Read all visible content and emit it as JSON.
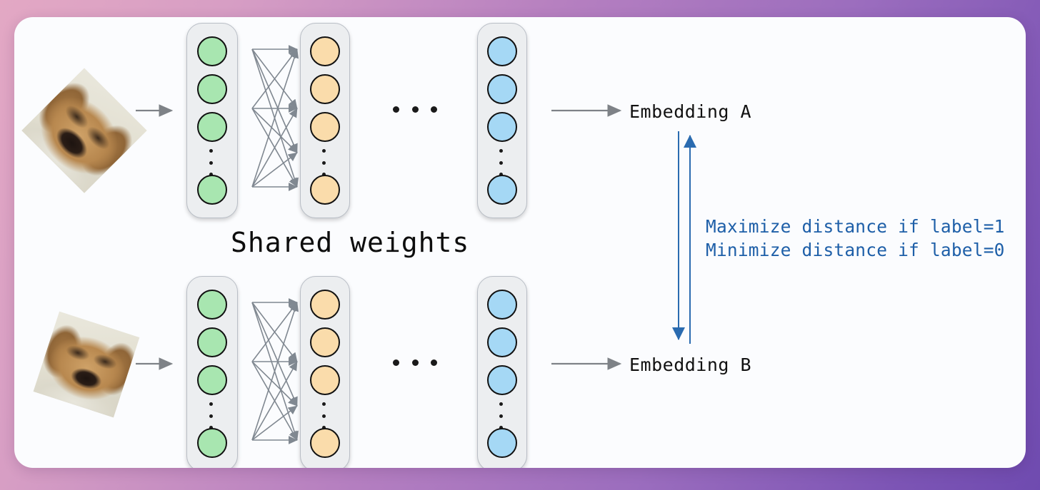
{
  "figure": {
    "title": "Siamese network architecture diagram",
    "shared_weights_label": "Shared weights",
    "embedding_a_label": "Embedding A",
    "embedding_b_label": "Embedding B",
    "objective_line_1": "Maximize distance if label=1",
    "objective_line_2": "Minimize distance if label=0",
    "ellipsis_glyph": "• • •"
  },
  "colors": {
    "background_gradient_start": "#e3a8c4",
    "background_gradient_end": "#6f4bb0",
    "card": "#fbfcfe",
    "layer_box_fill": "#eceef0",
    "layer_box_border": "#b9bec6",
    "neuron_input": "#a8e6b0",
    "neuron_hidden": "#fadcab",
    "neuron_output": "#a5d8f5",
    "neuron_stroke": "#111111",
    "connector_gray": "#808891",
    "flow_arrow_gray": "#7e8287",
    "distance_arrow_blue": "#2a6bb0",
    "objective_text_blue": "#1e5fa8",
    "label_text": "#111111"
  },
  "branches": [
    {
      "name": "branch-a",
      "input_image_alt": "golden retriever photo rotated 45 degrees",
      "layers": [
        {
          "name": "input-layer",
          "color_key": "neuron_input",
          "visible_neurons": 4,
          "has_vertical_ellipsis": true
        },
        {
          "name": "hidden-layer",
          "color_key": "neuron_hidden",
          "visible_neurons": 4,
          "has_vertical_ellipsis": true
        },
        {
          "name": "output-layer",
          "color_key": "neuron_output",
          "visible_neurons": 4,
          "has_vertical_ellipsis": true
        }
      ],
      "output_label": "Embedding A"
    },
    {
      "name": "branch-b",
      "input_image_alt": "golden retriever photo rotated 18 degrees",
      "layers": [
        {
          "name": "input-layer",
          "color_key": "neuron_input",
          "visible_neurons": 4,
          "has_vertical_ellipsis": true
        },
        {
          "name": "hidden-layer",
          "color_key": "neuron_hidden",
          "visible_neurons": 4,
          "has_vertical_ellipsis": true
        },
        {
          "name": "output-layer",
          "color_key": "neuron_output",
          "visible_neurons": 4,
          "has_vertical_ellipsis": true
        }
      ],
      "output_label": "Embedding B"
    }
  ],
  "distance_arrows": {
    "up_arrow_name": "distance-arrow-up",
    "down_arrow_name": "distance-arrow-down",
    "points_to_top": "Embedding A",
    "points_to_bottom": "Embedding B"
  }
}
